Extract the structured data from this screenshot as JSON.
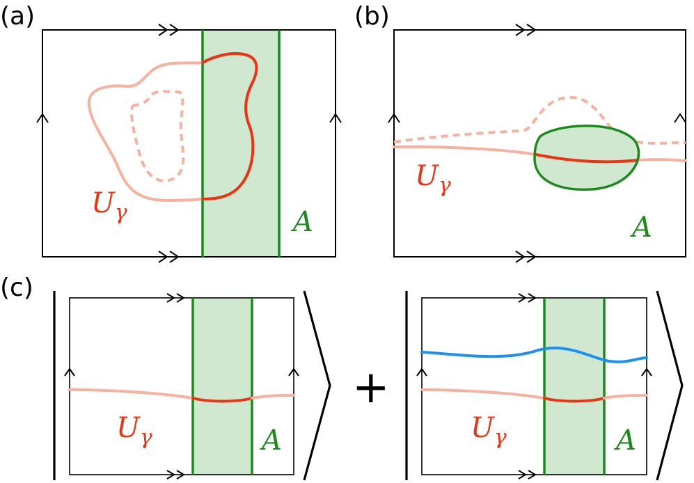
{
  "panels": {
    "a": {
      "label": "(a)",
      "operator_label": "U",
      "operator_subscript": "γ",
      "region_label": "A"
    },
    "b": {
      "label": "(b)",
      "operator_label": "U",
      "operator_subscript": "γ",
      "region_label": "A"
    },
    "c": {
      "label": "(c)",
      "combinator": "+",
      "left_ket": {
        "operator_label": "U",
        "operator_subscript": "γ",
        "region_label": "A"
      },
      "right_ket": {
        "operator_label": "U",
        "operator_subscript": "γ",
        "region_label": "A"
      }
    }
  },
  "colors": {
    "operator_solid": "#ee3311",
    "operator_faint": "#f7b1a1",
    "region_edge": "#1b8a1b",
    "region_fill": "#cfe8cf",
    "extra_string": "#1e90ee",
    "frame": "#000000"
  }
}
